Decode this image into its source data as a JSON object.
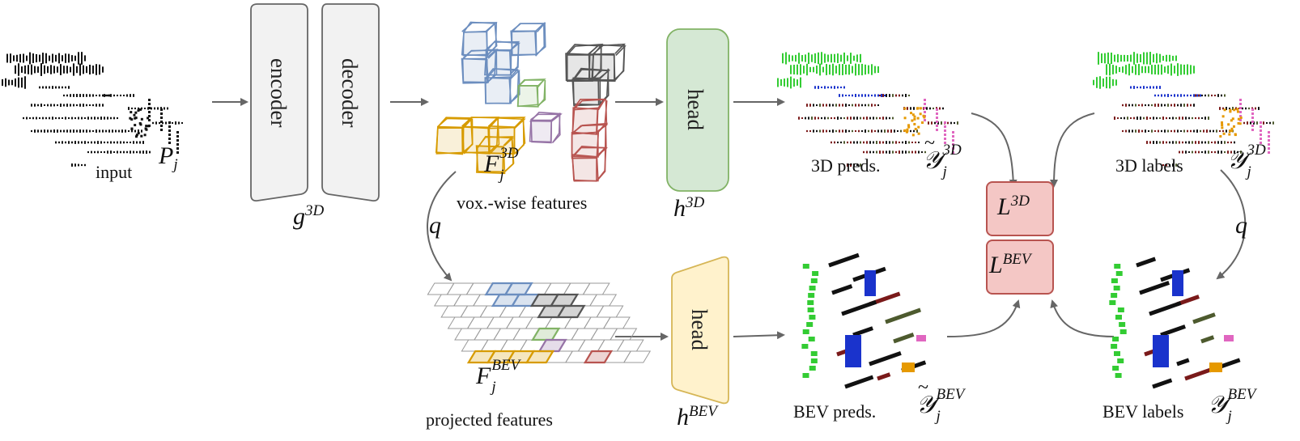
{
  "labels": {
    "input": "input",
    "encoder": "encoder",
    "decoder": "decoder",
    "vox_features": "vox.-wise features",
    "projected_features": "projected features",
    "head_3d": "head",
    "head_bev": "head",
    "preds_3d": "3D preds.",
    "labels_3d": "3D labels",
    "preds_bev": "BEV preds.",
    "labels_bev": "BEV labels"
  },
  "symbols": {
    "P_base": "P",
    "P_sub": "j",
    "g_base": "g",
    "g_sup": "3D",
    "F3d_base": "F",
    "F3d_sup": "3D",
    "F3d_sub": "j",
    "Fbev_base": "F",
    "Fbev_sup": "BEV",
    "Fbev_sub": "j",
    "h3d_base": "h",
    "h3d_sup": "3D",
    "hbev_base": "h",
    "hbev_sup": "BEV",
    "Ypred3d_base": "𝒴",
    "Ypred3d_sup": "3D",
    "Ypred3d_sub": "j",
    "Ylab3d_base": "𝒴",
    "Ylab3d_sup": "3D",
    "Ylab3d_sub": "j",
    "Ypredbev_base": "𝒴",
    "Ypredbev_sup": "BEV",
    "Ypredbev_sub": "j",
    "Ylabbev_base": "𝒴",
    "Ylabbev_sup": "BEV",
    "Ylabbev_sub": "j",
    "L3d_base": "L",
    "L3d_sup": "3D",
    "Lbev_base": "L",
    "Lbev_sup": "BEV",
    "q_left": "q",
    "q_right": "q"
  },
  "colors": {
    "encoder_fill": "#f2f2f2",
    "encoder_stroke": "#666666",
    "head3d_fill": "#d5e8d4",
    "head3d_stroke": "#82b366",
    "headbev_fill": "#fff2cc",
    "headbev_stroke": "#d6b656",
    "loss_fill": "#f4c7c5",
    "loss_stroke": "#b85450",
    "arrow": "#666666",
    "blue": "#6c8ebf",
    "gray": "#555555",
    "green": "#82b366",
    "purple": "#9673a6",
    "red": "#b85450",
    "orange": "#d79b00",
    "pc_green": "#33cc33",
    "pc_blue": "#1a33cc",
    "pc_orange": "#e69900",
    "pc_pink": "#e066c0",
    "pc_darkred": "#7a1a1a",
    "pc_olive": "#4d5a2e"
  }
}
